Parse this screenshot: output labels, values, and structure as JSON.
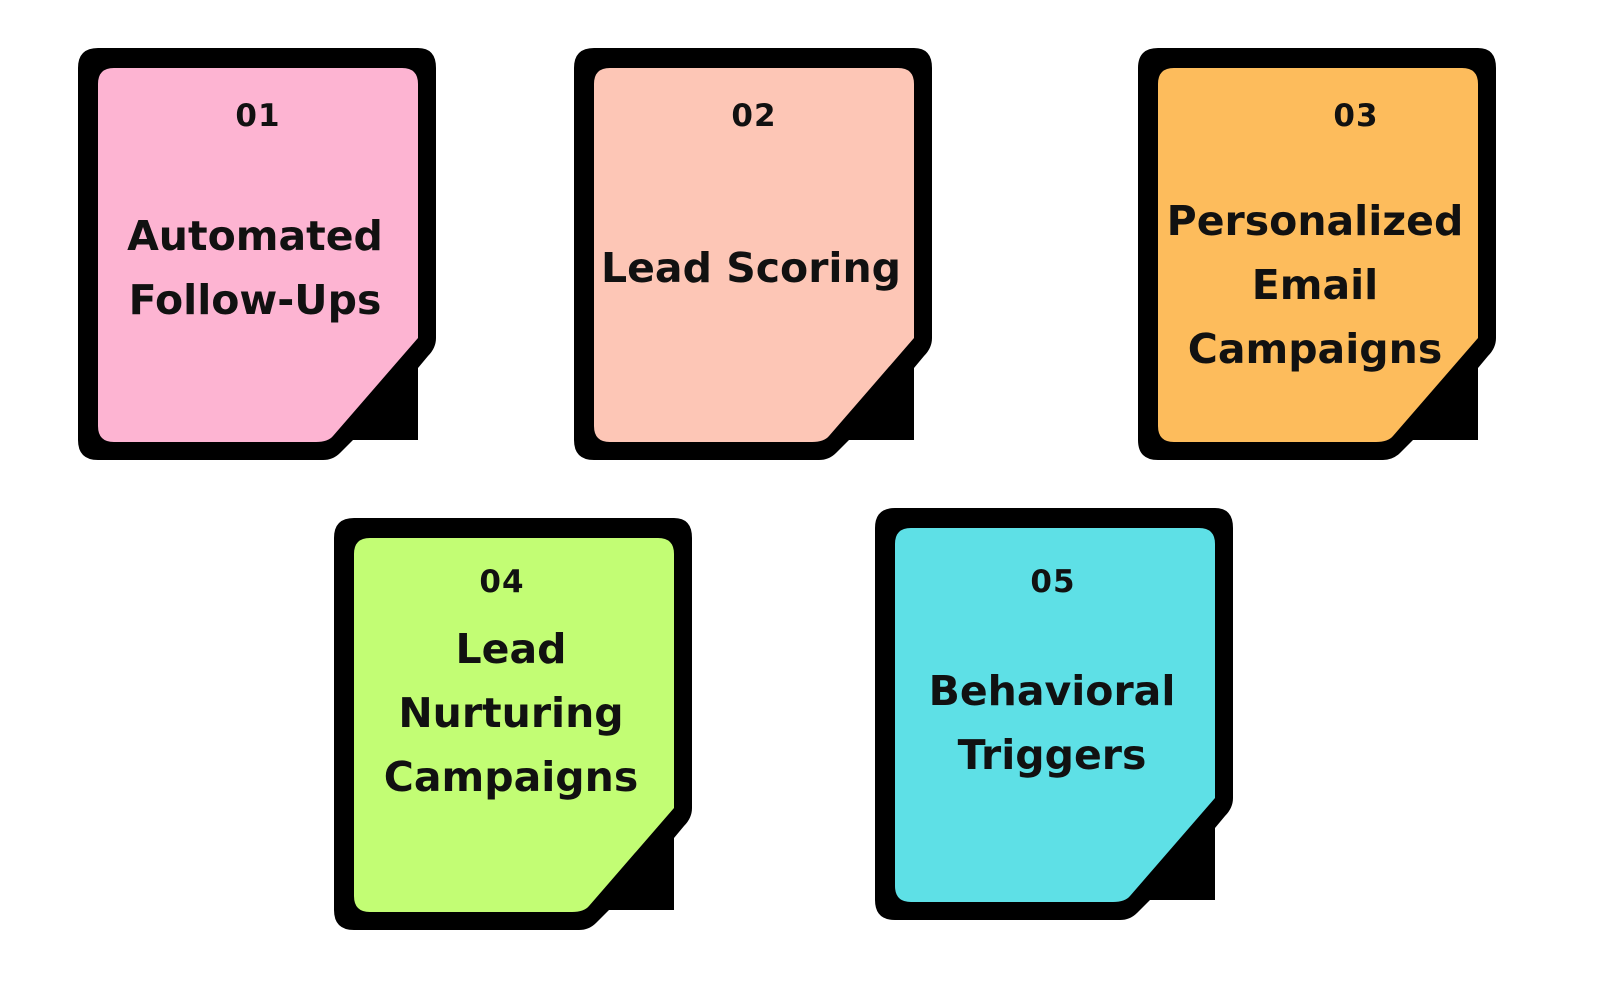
{
  "cards": [
    {
      "number": "01",
      "label": "Automated Follow-Ups",
      "color": "#fdb4d2"
    },
    {
      "number": "02",
      "label": "Lead Scoring",
      "color": "#fdc6b6"
    },
    {
      "number": "03",
      "label": "Personalized Email Campaigns",
      "color": "#fdbc5c"
    },
    {
      "number": "04",
      "label": "Lead Nurturing Campaigns",
      "color": "#c2fd74"
    },
    {
      "number": "05",
      "label": "Behavioral Triggers",
      "color": "#5ee0e6"
    }
  ],
  "outline_color": "#000000"
}
